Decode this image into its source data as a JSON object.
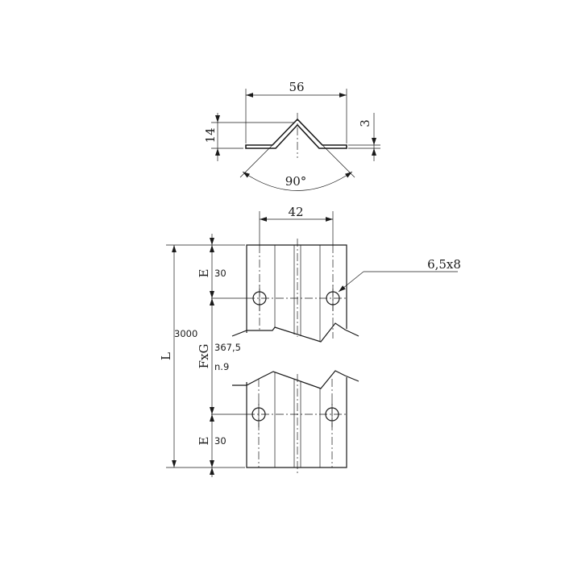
{
  "drawing": {
    "profile": {
      "width": "56",
      "height": "14",
      "thickness": "3",
      "angle": "90°"
    },
    "elevation": {
      "hole_spacing": "42",
      "hole_size": "6,5x8",
      "end_label": "E",
      "end_value": "30",
      "overall_label": "L",
      "overall_value": "3000",
      "pitch_label": "FxG",
      "pitch_value": "367,5",
      "pitch_count": "n.9",
      "bottom_end_label": "E",
      "bottom_end_value": "30"
    }
  }
}
